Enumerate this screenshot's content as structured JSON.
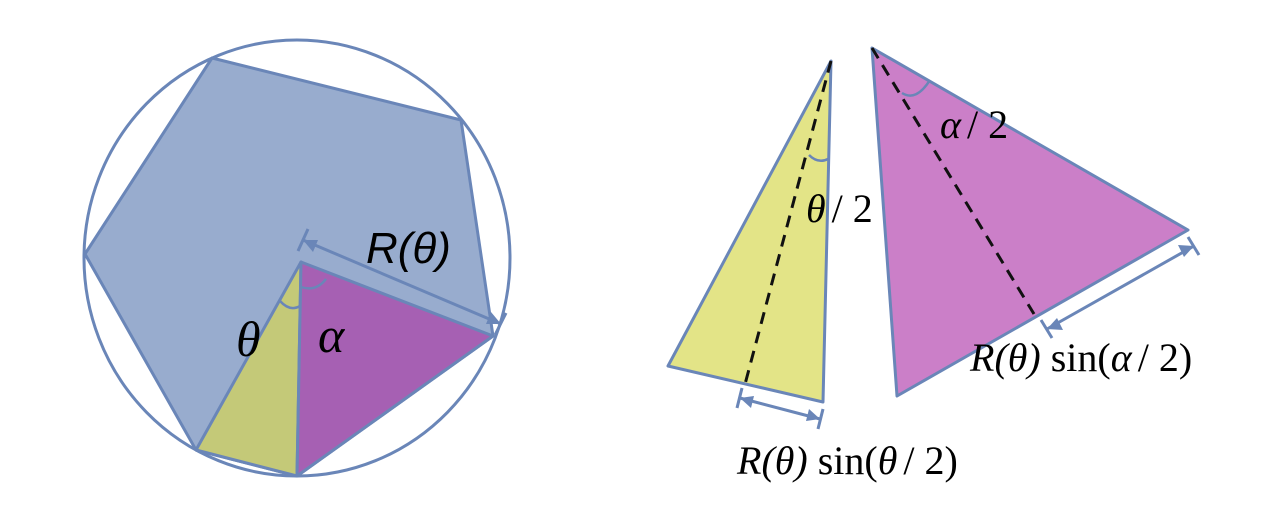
{
  "colors": {
    "outline": "#6a86b8",
    "polygon_fill": "#98acce",
    "circle_stroke": "#6a86b8",
    "yellow_fill": "#e3e487",
    "yellow_fill_overlap": "#c4c978",
    "magenta_fill": "#cb7fc8",
    "magenta_fill_overlap": "#a660b3",
    "dash": "#111111",
    "text": "#000000"
  },
  "left_figure": {
    "radius_label": "R(θ)",
    "theta_label": "θ",
    "alpha_label": "α"
  },
  "right_figure": {
    "half_theta": {
      "sym": "θ",
      "rest": "/ 2"
    },
    "half_alpha": {
      "sym": "α",
      "rest": "/ 2"
    },
    "formula_theta": {
      "R": "R",
      "theta_paren": "(θ)",
      "sin": "sin(",
      "sym": "θ",
      "tail": "/ 2)"
    },
    "formula_alpha": {
      "R": "R",
      "theta_paren": "(θ)",
      "sin": "sin(",
      "sym": "α",
      "tail": "/ 2)"
    }
  }
}
